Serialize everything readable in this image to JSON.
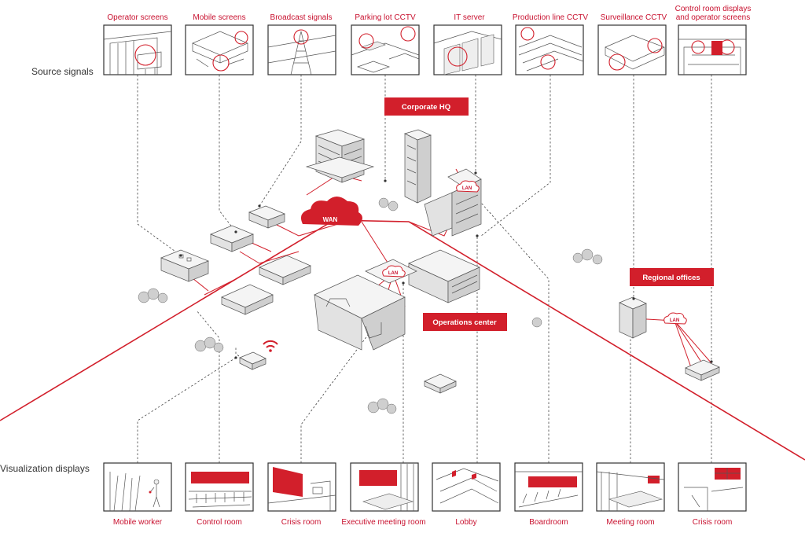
{
  "row_labels": {
    "top": "Source signals",
    "bottom": "Visualization displays"
  },
  "source_signals": [
    {
      "label": "Operator screens"
    },
    {
      "label": "Mobile screens"
    },
    {
      "label": "Broadcast signals"
    },
    {
      "label": "Parking lot CCTV"
    },
    {
      "label": "IT server"
    },
    {
      "label": "Production line CCTV"
    },
    {
      "label": "Surveillance CCTV"
    },
    {
      "label_line1": "Control room displays",
      "label_line2": "and operator screens"
    }
  ],
  "visualization_displays": [
    {
      "label": "Mobile worker"
    },
    {
      "label": "Control room"
    },
    {
      "label": "Crisis room"
    },
    {
      "label": "Executive meeting room"
    },
    {
      "label": "Lobby"
    },
    {
      "label": "Boardroom"
    },
    {
      "label": "Meeting room"
    },
    {
      "label": "Crisis room"
    }
  ],
  "site_tags": {
    "corporate_hq": "Corporate HQ",
    "operations_center": "Operations center",
    "regional_offices": "Regional offices"
  },
  "network_nodes": {
    "wan": "WAN",
    "lan": "LAN"
  },
  "colors": {
    "accent": "#d21f2b",
    "line": "#444444",
    "frame": "#333333"
  },
  "icons": {
    "wifi": "wifi-icon",
    "cloud": "cloud-icon"
  }
}
